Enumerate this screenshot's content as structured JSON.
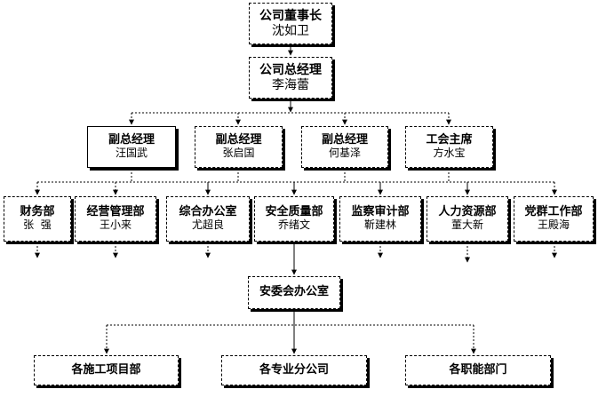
{
  "chairman": {
    "title": "公司董事长",
    "name": "沈如卫"
  },
  "gm": {
    "title": "公司总经理",
    "name": "李海蕾"
  },
  "deputies": [
    {
      "title": "副总经理",
      "name": "汪国武"
    },
    {
      "title": "副总经理",
      "name": "张启国"
    },
    {
      "title": "副总经理",
      "name": "何基泽"
    },
    {
      "title": "工会主席",
      "name": "方水宝"
    }
  ],
  "departments": [
    {
      "title": "财务部",
      "name": "张  强"
    },
    {
      "title": "经营管理部",
      "name": "王小来"
    },
    {
      "title": "综合办公室",
      "name": "尤超良"
    },
    {
      "title": "安全质量部",
      "name": "乔绪文"
    },
    {
      "title": "监察审计部",
      "name": "靳建林"
    },
    {
      "title": "人力资源部",
      "name": "董大新"
    },
    {
      "title": "党群工作部",
      "name": "王殿海"
    }
  ],
  "safety_office": {
    "title": "安委会办公室"
  },
  "units": [
    {
      "title": "各施工项目部"
    },
    {
      "title": "各专业分公司"
    },
    {
      "title": "各职能部门"
    }
  ]
}
